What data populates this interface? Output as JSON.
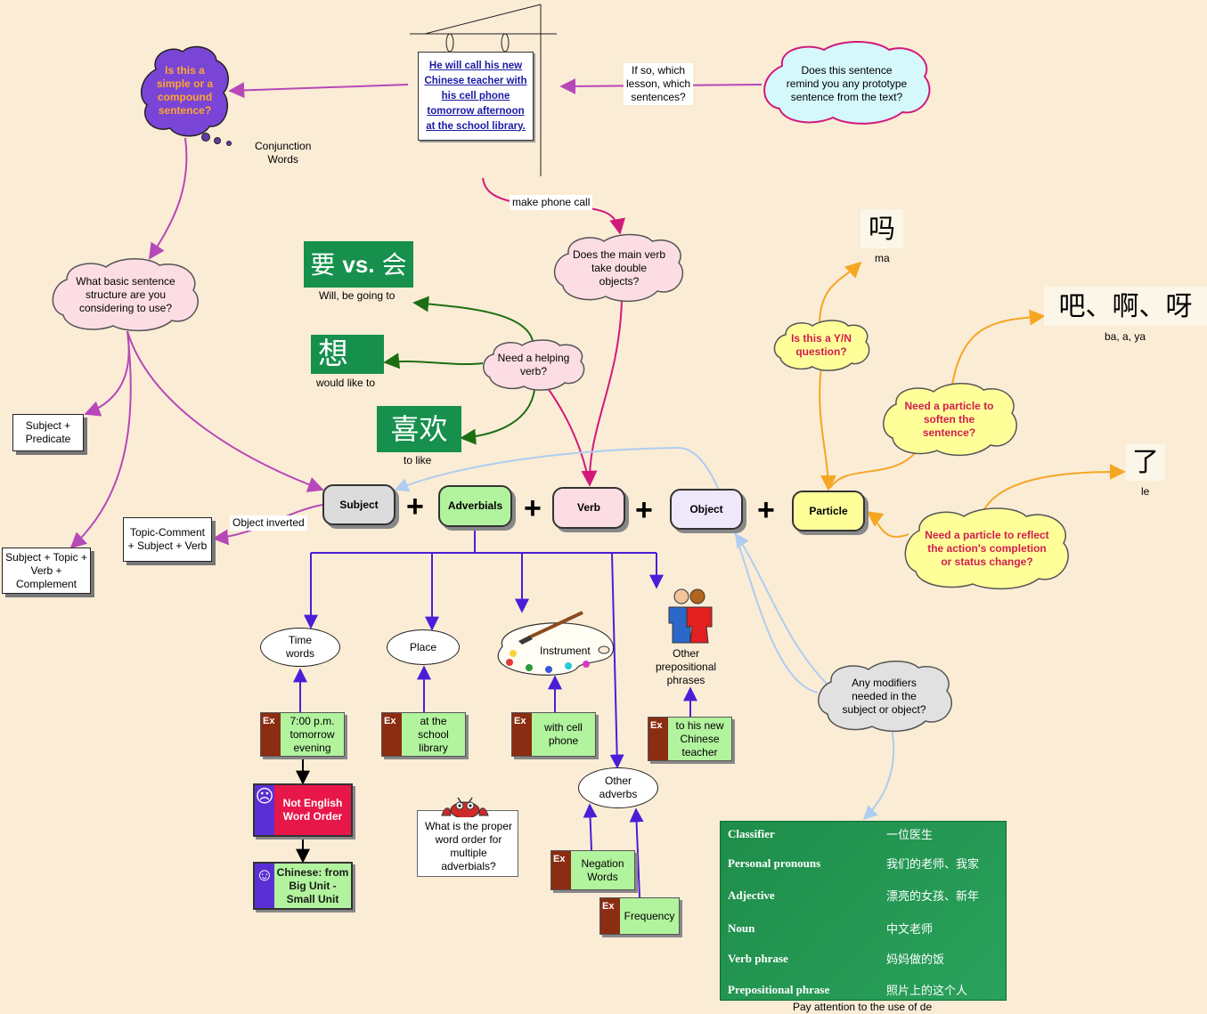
{
  "sentence_card": {
    "text": "He will call his new Chinese teacher with his cell phone tomorrow afternoon at the school library."
  },
  "questions": {
    "simple_compound": "Is this a\nsimple or a\ncompound\nsentence?",
    "prototype": "Does this sentence\nremind you any prototype\nsentence from the text?",
    "basic_structure": "What basic sentence\nstructure are  you\nconsidering to use?",
    "double_objects": "Does the main verb\ntake double\nobjects?",
    "helping_verb": "Need a helping\nverb?",
    "yn_question": "Is this a Y/N\nquestion?",
    "soften": "Need a particle to\nsoften the\nsentence?",
    "completion": "Need a particle to reflect\nthe action's completion\nor status change?",
    "modifiers": "Any modifiers\nneeded in the\nsubject or object?",
    "word_order": "What is the proper\nword order for\nmultiple\nadverbials?"
  },
  "link_labels": {
    "if_so": "If so, which\nlesson, which\nsentences?",
    "conjunction": "Conjunction\nWords",
    "phone_call": "make phone call",
    "object_inverted": "Object inverted"
  },
  "structures": {
    "subject_predicate": "Subject +\nPredicate",
    "topic_comment": "Topic-Comment\n+ Subject + Verb",
    "subject_topic": "Subject + Topic +\nVerb +\nComplement"
  },
  "pattern": {
    "subject": "Subject",
    "adverbials": "Adverbials",
    "verb": "Verb",
    "object": "Object",
    "particle": "Particle",
    "plus": "+"
  },
  "helping_verbs": [
    {
      "hanzi_a": "要",
      "vs": "vs.",
      "hanzi_b": "会",
      "gloss": "Will, be going to"
    },
    {
      "hanzi": "想",
      "gloss": "would like to"
    },
    {
      "hanzi": "喜欢",
      "gloss": "to like"
    }
  ],
  "particles": [
    {
      "hanzi": "吗",
      "gloss": "ma"
    },
    {
      "hanzi": "吧、啊、呀",
      "gloss": "ba, a, ya"
    },
    {
      "hanzi": "了",
      "gloss": "le"
    }
  ],
  "adverbial_types": {
    "time": "Time\nwords",
    "place": "Place",
    "instrument": "Instrument",
    "other_prep": "Other\nprepositional\nphrases",
    "other_adverbs": "Other\nadverbs"
  },
  "examples": {
    "tag": "Ex",
    "time": "7:00 p.m.\ntomorrow\nevening",
    "place": "at the\nschool\nlibrary",
    "instrument": "with cell\nphone",
    "prep": "to his new\nChinese\nteacher",
    "negation": "Negation\nWords",
    "frequency": "Frequency"
  },
  "order_notes": {
    "not_english": "Not English\nWord Order",
    "chinese": "Chinese: from\nBig Unit -\nSmall Unit"
  },
  "modifier_table": {
    "rows": [
      {
        "label": "Classifier",
        "example": "一位医生"
      },
      {
        "label": "Personal pronouns",
        "example": "我们的老师、我家"
      },
      {
        "label": "Adjective",
        "example": "漂亮的女孩、新年"
      },
      {
        "label": "Noun",
        "example": "中文老师"
      },
      {
        "label": "Verb phrase",
        "example": "妈妈做的饭"
      },
      {
        "label": "Prepositional phrase",
        "example": "照片上的这个人"
      }
    ],
    "caption": "Pay attention to the use of de"
  },
  "colors": {
    "background": "#fbecd6",
    "purple_link": "#b648b8",
    "magenta_link": "#d2197a",
    "green_link": "#1b6e12",
    "orange_link": "#f5a623",
    "blue_link": "#4a1ed8",
    "light_blue_link": "#aecdf0",
    "chinese_green": "#16904c",
    "pink_cloud": "#fbdde3",
    "yellow_cloud": "#ffff9a",
    "cyan_cloud": "#d5f8fb",
    "purple_cloud": "#7a45d6",
    "gray_cloud": "#e1e1e1"
  }
}
